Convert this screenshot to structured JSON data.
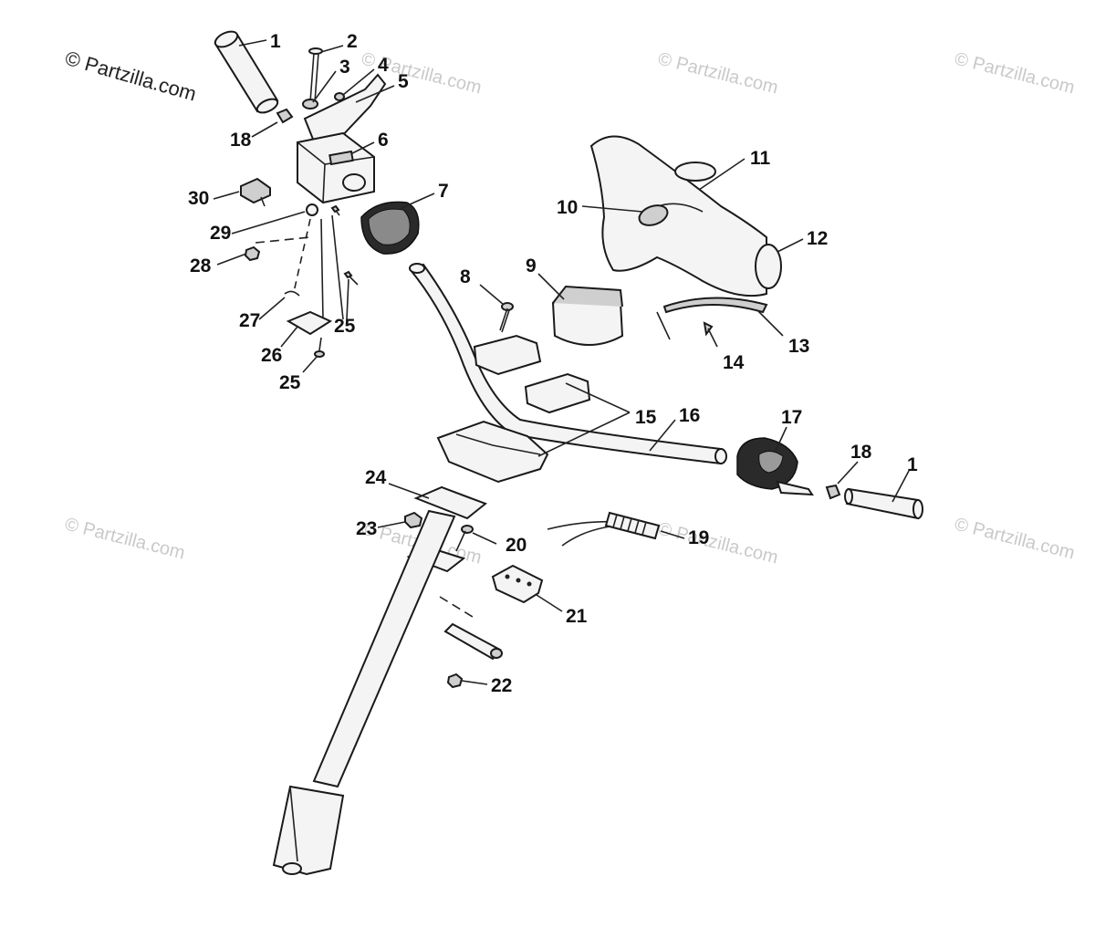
{
  "copyright": "© Partzilla.com",
  "watermark": "© Partzilla.com",
  "callouts": [
    "1",
    "2",
    "3",
    "4",
    "5",
    "6",
    "7",
    "8",
    "9",
    "10",
    "11",
    "12",
    "13",
    "14",
    "15",
    "16",
    "17",
    "18",
    "19",
    "20",
    "21",
    "22",
    "23",
    "24",
    "25",
    "26",
    "27",
    "28",
    "29",
    "30"
  ],
  "colors": {
    "ink": "#111111",
    "watermark": "#c9c9c9",
    "background": "#ffffff"
  }
}
